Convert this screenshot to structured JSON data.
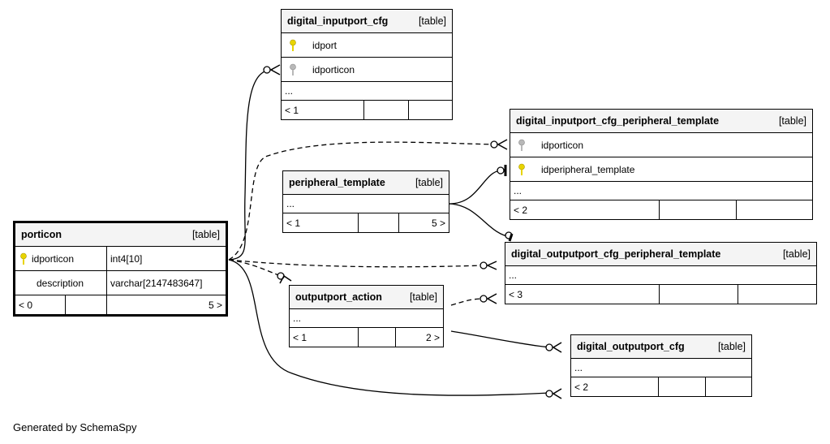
{
  "tables": {
    "digital_inputport_cfg": {
      "name": "digital_inputport_cfg",
      "kind": "[table]",
      "columns": [
        {
          "name": "idport",
          "key": "primary"
        },
        {
          "name": "idporticon",
          "key": "foreign"
        }
      ],
      "more": "...",
      "footer": [
        "< 1",
        "",
        ""
      ]
    },
    "digital_inputport_cfg_peripheral_template": {
      "name": "digital_inputport_cfg_peripheral_template",
      "kind": "[table]",
      "columns": [
        {
          "name": "idporticon",
          "key": "foreign"
        },
        {
          "name": "idperipheral_template",
          "key": "primary"
        }
      ],
      "more": "...",
      "footer": [
        "< 2",
        "",
        ""
      ]
    },
    "peripheral_template": {
      "name": "peripheral_template",
      "kind": "[table]",
      "more": "...",
      "footer": [
        "< 1",
        "",
        "5 >"
      ]
    },
    "porticon": {
      "name": "porticon",
      "kind": "[table]",
      "columns": [
        {
          "name": "idporticon",
          "type": "int4[10]",
          "key": "primary"
        },
        {
          "name": "description",
          "type": "varchar[2147483647]",
          "key": "none"
        }
      ],
      "footer": [
        "< 0",
        "",
        "5 >"
      ]
    },
    "digital_outputport_cfg_peripheral_template": {
      "name": "digital_outputport_cfg_peripheral_template",
      "kind": "[table]",
      "more": "...",
      "footer": [
        "< 3",
        "",
        ""
      ]
    },
    "outputport_action": {
      "name": "outputport_action",
      "kind": "[table]",
      "more": "...",
      "footer": [
        "< 1",
        "",
        "2 >"
      ]
    },
    "digital_outputport_cfg": {
      "name": "digital_outputport_cfg",
      "kind": "[table]",
      "more": "...",
      "footer": [
        "< 2",
        "",
        ""
      ]
    }
  },
  "relationships": [
    {
      "from": "porticon",
      "to": "digital_inputport_cfg",
      "style": "solid"
    },
    {
      "from": "porticon",
      "to": "digital_inputport_cfg_peripheral_template",
      "style": "dashed"
    },
    {
      "from": "porticon",
      "to": "digital_outputport_cfg_peripheral_template",
      "style": "dashed"
    },
    {
      "from": "porticon",
      "to": "outputport_action",
      "style": "dashed"
    },
    {
      "from": "porticon",
      "to": "digital_outputport_cfg",
      "style": "solid"
    },
    {
      "from": "peripheral_template",
      "to": "digital_inputport_cfg_peripheral_template",
      "style": "solid"
    },
    {
      "from": "peripheral_template",
      "to": "digital_outputport_cfg_peripheral_template",
      "style": "solid"
    },
    {
      "from": "outputport_action",
      "to": "digital_outputport_cfg_peripheral_template",
      "style": "dashed"
    },
    {
      "from": "outputport_action",
      "to": "digital_outputport_cfg",
      "style": "solid"
    }
  ],
  "colors": {
    "primary_key": "#e8d400",
    "foreign_key": "#b8b8b8",
    "header_bg": "#f4f4f4"
  },
  "credit": "Generated by SchemaSpy"
}
